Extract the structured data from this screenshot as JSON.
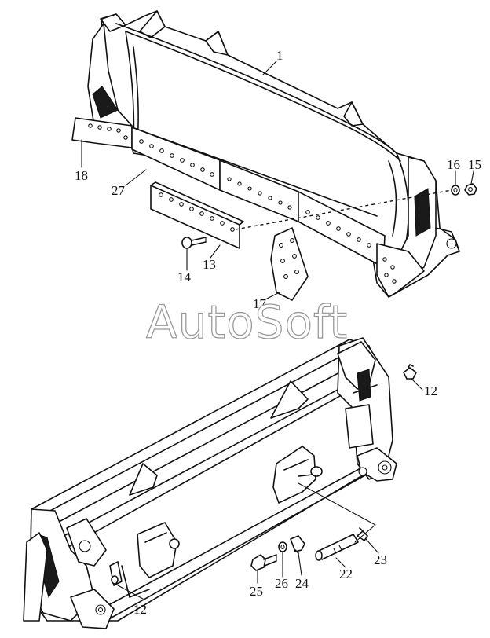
{
  "watermark": "AutoSoft",
  "callouts": {
    "c1": "1",
    "c18": "18",
    "c27": "27",
    "c16": "16",
    "c15": "15",
    "c13": "13",
    "c14": "14",
    "c17": "17",
    "c12a": "12",
    "c12b": "12",
    "c25": "25",
    "c26": "26",
    "c24": "24",
    "c22": "22",
    "c23": "23"
  }
}
